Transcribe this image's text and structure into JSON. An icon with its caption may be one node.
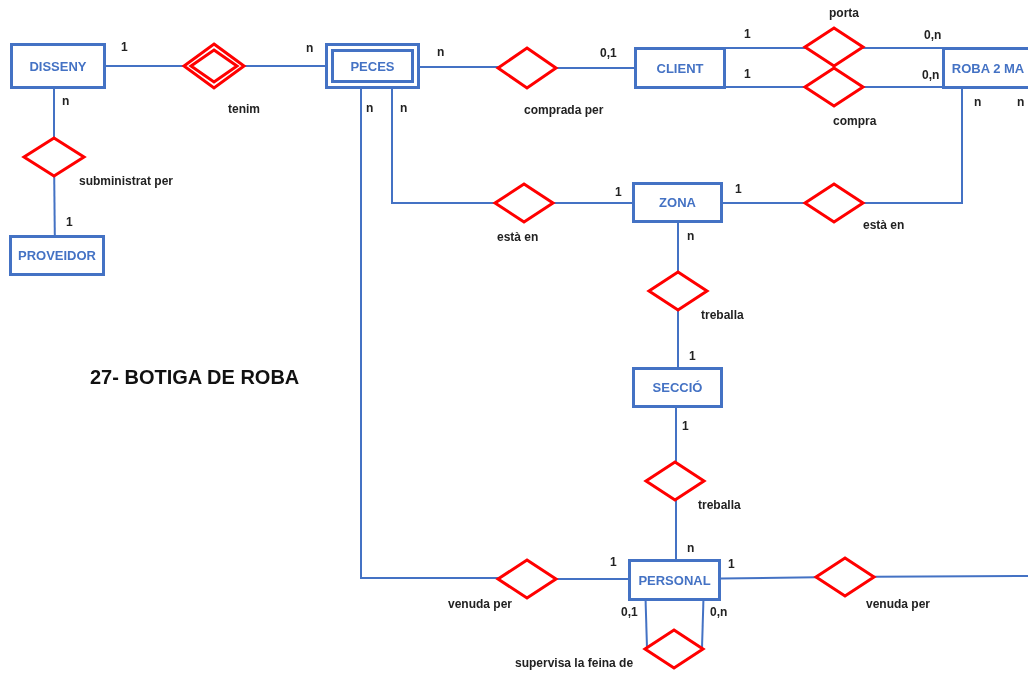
{
  "diagram": {
    "title": "27- BOTIGA DE ROBA",
    "nodes": [
      {
        "text": [
          "DISSENY"
        ]
      },
      {
        "text": [
          "tenim"
        ]
      },
      {
        "text": [
          "PECES"
        ]
      },
      {
        "text": [
          "comprada per"
        ]
      },
      {
        "text": [
          "CLIENT"
        ]
      },
      {
        "text": [
          "porta"
        ]
      },
      {
        "text": [
          "compra"
        ]
      },
      {
        "text": [
          "ROBA 2 MA"
        ]
      },
      {
        "text": [
          "subministrat per"
        ]
      },
      {
        "text": [
          "PROVEIDOR"
        ]
      },
      {
        "text": [
          "està en"
        ]
      },
      {
        "text": [
          "ZONA"
        ]
      },
      {
        "text": [
          "està en"
        ]
      },
      {
        "text": [
          "treballa"
        ]
      },
      {
        "text": [
          "SECCIÓ"
        ]
      },
      {
        "text": [
          "treballa"
        ]
      },
      {
        "text": [
          "PERSONAL"
        ]
      },
      {
        "text": [
          "venuda per"
        ]
      },
      {
        "text": [
          "venuda per"
        ]
      },
      {
        "text": [
          "supervisa la feina de"
        ]
      }
    ],
    "edges": [
      {
        "from": 0,
        "to": 1,
        "arrow": "none"
      },
      {
        "from": 1,
        "to": 2,
        "arrow": "none"
      },
      {
        "from": 2,
        "to": 3,
        "arrow": "none"
      },
      {
        "from": 3,
        "to": 4,
        "arrow": "none"
      },
      {
        "from": 4,
        "to": 5,
        "arrow": "none"
      },
      {
        "from": 5,
        "to": 7,
        "arrow": "none"
      },
      {
        "from": 4,
        "to": 6,
        "arrow": "none"
      },
      {
        "from": 6,
        "to": 7,
        "arrow": "none"
      },
      {
        "from": 0,
        "to": 8,
        "arrow": "none"
      },
      {
        "from": 8,
        "to": 9,
        "arrow": "none"
      },
      {
        "from": 2,
        "to": 10,
        "arrow": "none"
      },
      {
        "from": 10,
        "to": 11,
        "arrow": "none"
      },
      {
        "from": 11,
        "to": 12,
        "arrow": "none"
      },
      {
        "from": 12,
        "to": 7,
        "arrow": "none"
      },
      {
        "from": 11,
        "to": 13,
        "arrow": "none"
      },
      {
        "from": 13,
        "to": 14,
        "arrow": "none"
      },
      {
        "from": 14,
        "to": 15,
        "arrow": "none"
      },
      {
        "from": 15,
        "to": 16,
        "arrow": "none"
      },
      {
        "from": 2,
        "to": 17,
        "arrow": "none"
      },
      {
        "from": 17,
        "to": 16,
        "arrow": "none"
      },
      {
        "from": 16,
        "to": 18,
        "arrow": "none"
      },
      {
        "from": 18,
        "to": null,
        "arrow": "none"
      },
      {
        "from": 16,
        "to": 19,
        "arrow": "none"
      },
      {
        "from": 16,
        "to": 19,
        "arrow": "none"
      }
    ],
    "labels": [
      "1",
      "n",
      "n",
      "0,1",
      "1",
      "0,n",
      "1",
      "0,n",
      "n",
      "n",
      "n",
      "n",
      "n",
      "1",
      "1",
      "1",
      "n",
      "1",
      "1",
      "n",
      "1",
      "1",
      "0,1",
      "0,n"
    ]
  }
}
